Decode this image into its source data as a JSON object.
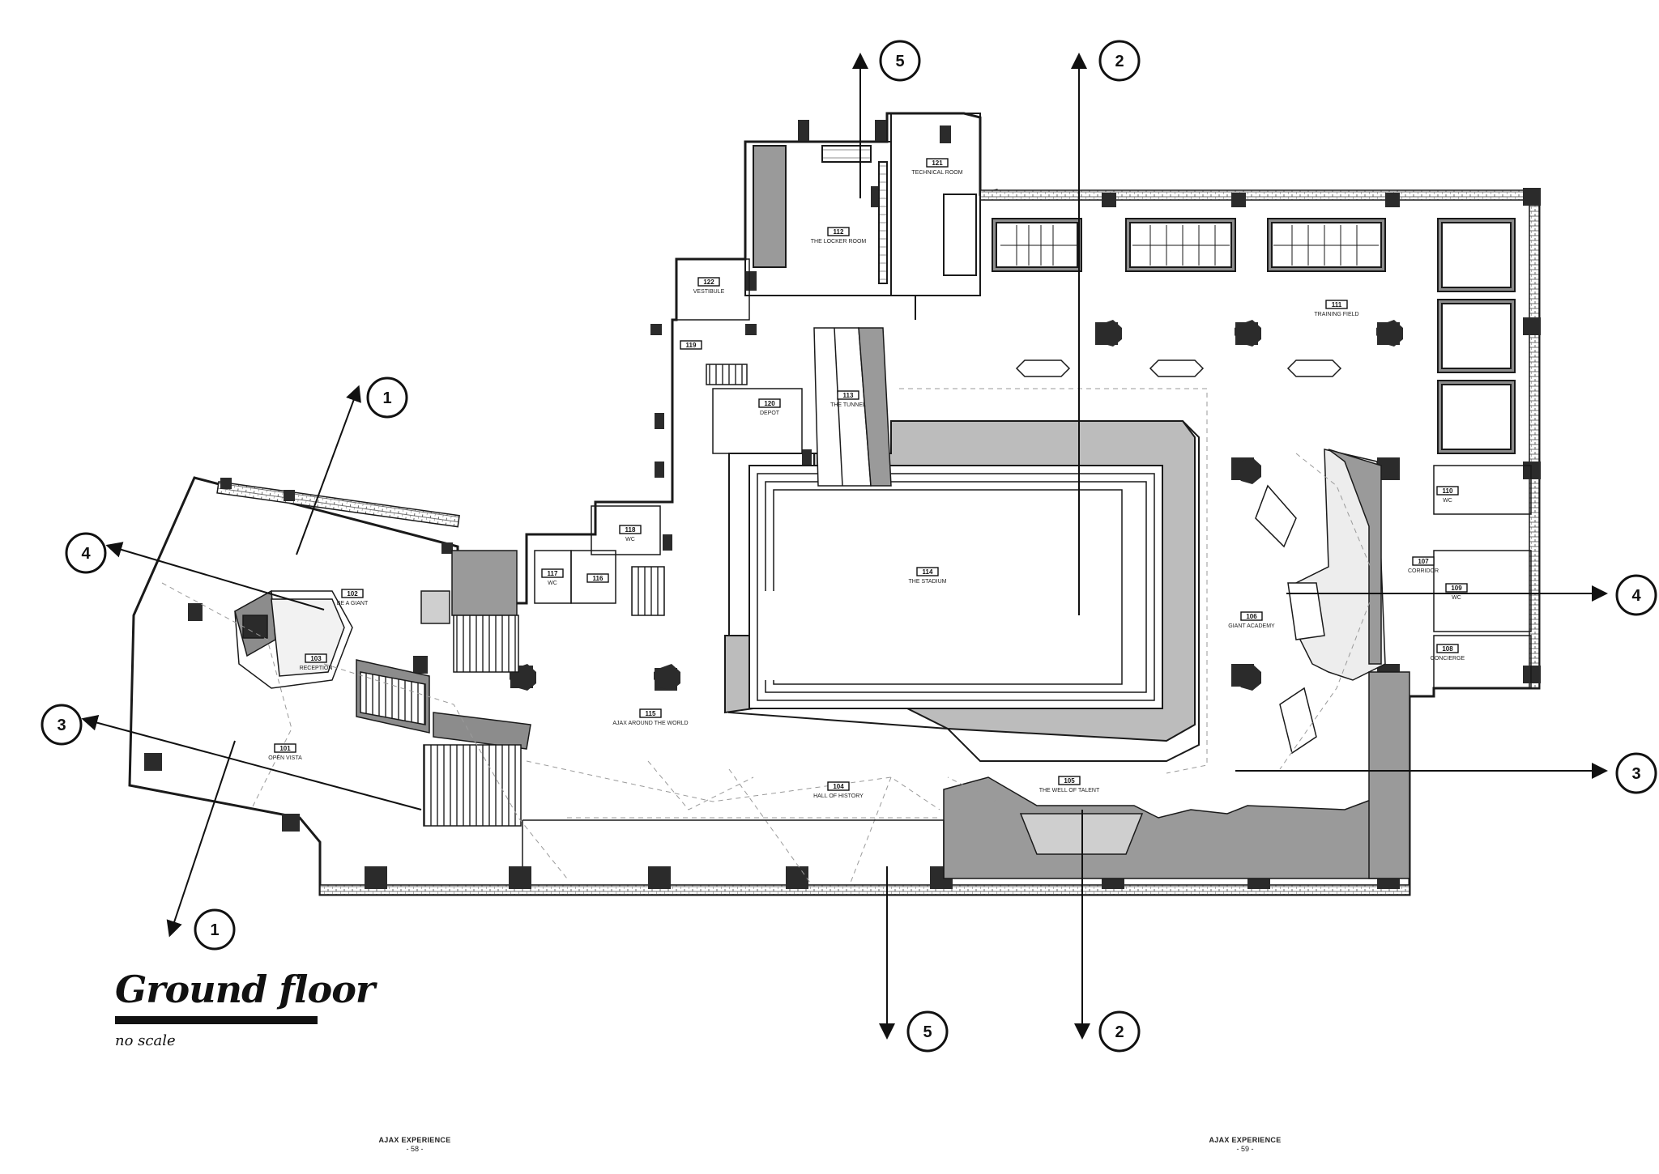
{
  "title": "Ground floor",
  "subtitle": "no scale",
  "footer_left": {
    "text": "AJAX EXPERIENCE",
    "page": "- 58 -"
  },
  "footer_right": {
    "text": "AJAX EXPERIENCE",
    "page": "- 59 -"
  },
  "rooms": [
    {
      "num": "101",
      "name": "OPEN VISTA"
    },
    {
      "num": "102",
      "name": "BE A GIANT"
    },
    {
      "num": "103",
      "name": "RECEPTION"
    },
    {
      "num": "104",
      "name": "HALL OF HISTORY"
    },
    {
      "num": "105",
      "name": "THE WELL OF TALENT"
    },
    {
      "num": "106",
      "name": "GIANT ACADEMY"
    },
    {
      "num": "107",
      "name": "CORRIDOR"
    },
    {
      "num": "108",
      "name": "CONCIERGE"
    },
    {
      "num": "109",
      "name": "WC"
    },
    {
      "num": "110",
      "name": "WC"
    },
    {
      "num": "111",
      "name": "TRAINING FIELD"
    },
    {
      "num": "112",
      "name": "THE LOCKER ROOM"
    },
    {
      "num": "113",
      "name": "THE TUNNEL"
    },
    {
      "num": "114",
      "name": "THE STADIUM"
    },
    {
      "num": "115",
      "name": "AJAX AROUND THE WORLD"
    },
    {
      "num": "116",
      "name": ""
    },
    {
      "num": "117",
      "name": "WC"
    },
    {
      "num": "118",
      "name": "WC"
    },
    {
      "num": "119",
      "name": ""
    },
    {
      "num": "120",
      "name": "DEPOT"
    },
    {
      "num": "121",
      "name": "TECHNICAL ROOM"
    },
    {
      "num": "122",
      "name": "VESTIBULE"
    }
  ],
  "section_markers": [
    "1",
    "1",
    "2",
    "2",
    "3",
    "3",
    "4",
    "4",
    "5",
    "5"
  ],
  "colors": {
    "line": "#1a1a1a",
    "wall": "#2b2b2b",
    "fill_dark": "#8c8c8c",
    "fill_light": "#c8c8c8",
    "hatch": "#9a9a9a"
  }
}
